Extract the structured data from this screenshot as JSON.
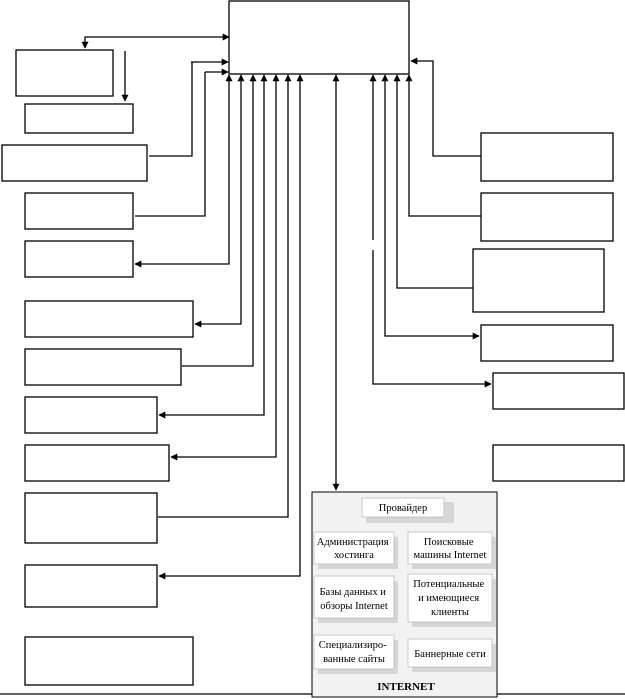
{
  "internet": {
    "title": "INTERNET",
    "provider": "Провайдер",
    "cells": [
      {
        "id": "hosting",
        "lines": [
          "Администрация",
          "хостинга"
        ]
      },
      {
        "id": "search",
        "lines": [
          "Поисковые",
          "машины Internet"
        ]
      },
      {
        "id": "databases",
        "lines": [
          "Базы данных и",
          "обзоры Internet"
        ]
      },
      {
        "id": "clients",
        "lines": [
          "Потенциальные",
          "и имеющиеся",
          "клиенты"
        ]
      },
      {
        "id": "specialized",
        "lines": [
          "Специализиро-",
          "ванные сайты"
        ]
      },
      {
        "id": "banners",
        "lines": [
          "Баннерные сети"
        ]
      }
    ]
  }
}
